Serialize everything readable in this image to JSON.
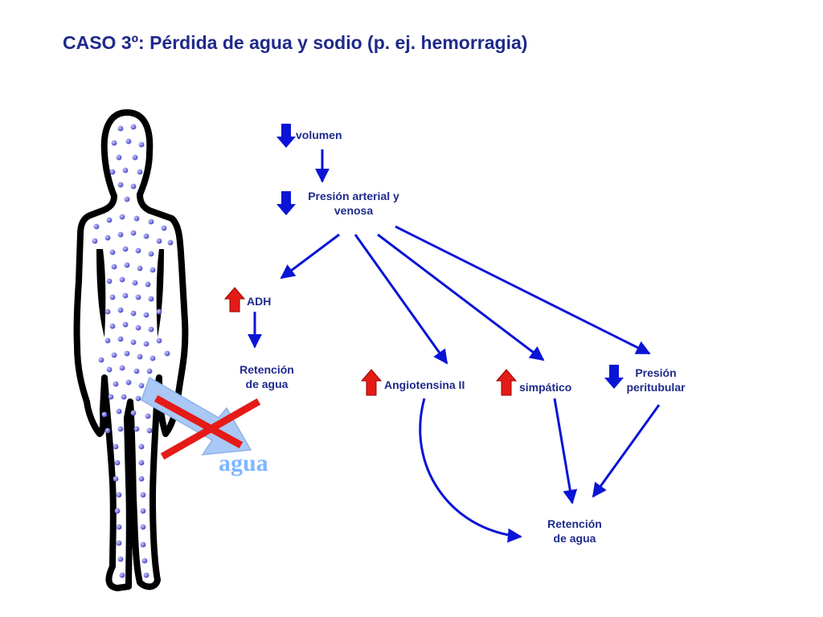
{
  "title": "CASO 3º: Pérdida de agua y sodio (p. ej. hemorragia)",
  "nodes": {
    "volumen": "volumen",
    "presion_arterial_line1": "Presión arterial y",
    "presion_arterial_line2": "venosa",
    "adh": "ADH",
    "retencion_adh_line1": "Retención",
    "retencion_adh_line2": "de agua",
    "angiotensina": "Angiotensina II",
    "simpatico": "simpático",
    "presion_peritubular_line1": "Presión",
    "presion_peritubular_line2": "peritubular",
    "retencion_final_line1": "Retención",
    "retencion_final_line2": "de agua"
  },
  "water_loss_label": "agua",
  "colors": {
    "text": "#1f2a8a",
    "arrow_line": "#0a14d6",
    "decrease_arrow": "#0a14d6",
    "increase_arrow": "#e41b17",
    "cross": "#e41b17",
    "water_arrow": "#a9c8f5",
    "water_text": "#7fb6ff",
    "body_outline": "#000000",
    "dots": "#5a5ad2"
  },
  "icons": {
    "decrease": "down-arrow-icon",
    "increase": "up-arrow-icon",
    "blocked": "red-x-icon",
    "figure": "human-body-figure"
  }
}
